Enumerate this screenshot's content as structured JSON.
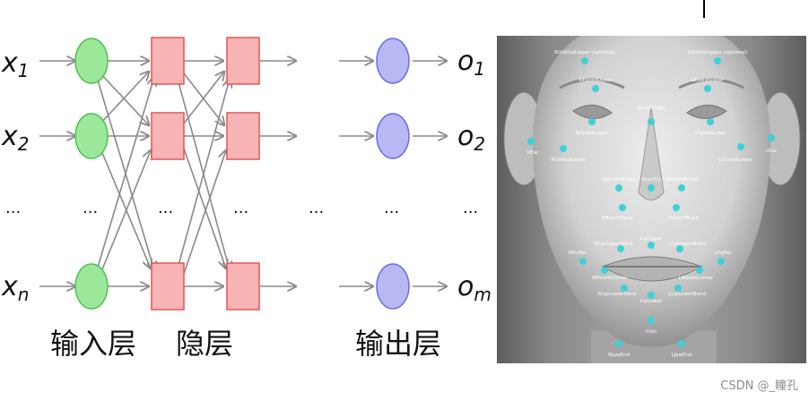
{
  "network": {
    "input_labels": {
      "x1": "x",
      "x1_sub": "1",
      "x2": "x",
      "x2_sub": "2",
      "xn": "x",
      "xn_sub": "n"
    },
    "output_labels": {
      "o1": "o",
      "o1_sub": "1",
      "o2": "o",
      "o2_sub": "2",
      "om": "o",
      "om_sub": "m"
    },
    "ellipsis": "...",
    "layer_labels": {
      "input": "输入层",
      "hidden": "隐层",
      "output": "输出层"
    },
    "colors": {
      "input_node": "#9be89b",
      "hidden_node": "#f8b4b4",
      "output_node": "#b8b8f5",
      "arrow": "#8a8a8a"
    }
  },
  "face": {
    "landmarks": [
      "ROrbitalUpper (optional)",
      "LOrbitalUpper (optional)",
      "REyelidUpper",
      "LEyelidUpper",
      "NoseBridge",
      "REyelidLower",
      "LEyelidLower",
      "REar",
      "ROrbitalLower",
      "LOrbitalLower",
      "LEar",
      "RNostrilBulge",
      "NoseTip",
      "LNostrilBulge",
      "RNostrilBase",
      "LNostrilBase",
      "LipUpper",
      "RLipUpperBend",
      "LLipUpperBend",
      "RPuffer",
      "LPuffer",
      "RMouthCorner",
      "LMouthCorner",
      "RLipLowerBend",
      "LLipLowerBend",
      "LipLower",
      "Chin",
      "RJawEnd",
      "LJawEnd"
    ],
    "landmark_color": "#3fd0d8"
  },
  "watermark": "CSDN @_瞳孔"
}
